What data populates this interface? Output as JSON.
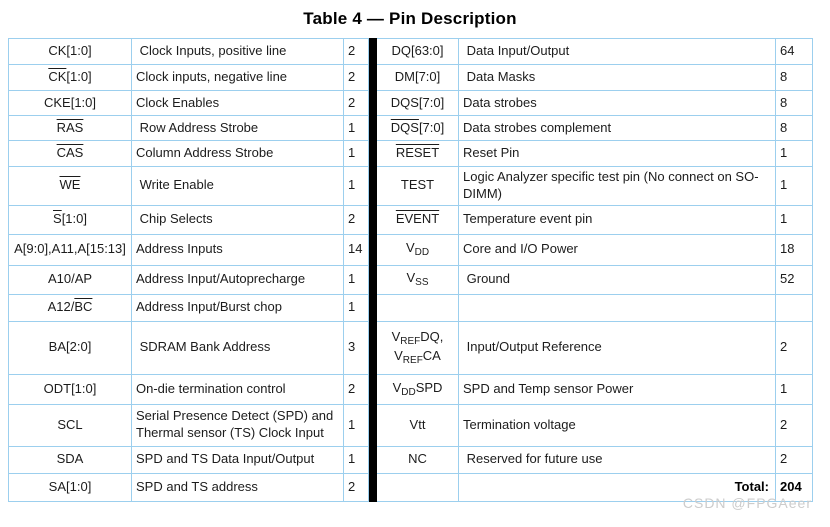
{
  "title": "Table 4 — Pin Description",
  "watermark": "CSDN @FPGAeer",
  "colors": {
    "border": "#9ccfee",
    "divider": "#000000",
    "text": "#1c1c1c",
    "watermark": "#cccccc"
  },
  "table": {
    "rows": [
      {
        "left": {
          "pin": [
            {
              "t": "CK[1:0]"
            }
          ],
          "desc": " Clock Inputs, positive line",
          "count": "2"
        },
        "right": {
          "pin": [
            {
              "t": "DQ[63:0]"
            }
          ],
          "desc": " Data Input/Output",
          "count": "64"
        }
      },
      {
        "left": {
          "pin": [
            {
              "t": "CK",
              "ovl": true
            },
            {
              "t": "[1:0]"
            }
          ],
          "desc": "Clock inputs, negative line",
          "count": "2"
        },
        "right": {
          "pin": [
            {
              "t": "DM[7:0]"
            }
          ],
          "desc": " Data Masks",
          "count": "8"
        }
      },
      {
        "left": {
          "pin": [
            {
              "t": "CKE[1:0]"
            }
          ],
          "desc": "Clock Enables",
          "count": "2"
        },
        "right": {
          "pin": [
            {
              "t": "DQS[7:0]"
            }
          ],
          "desc": "Data strobes",
          "count": "8"
        }
      },
      {
        "left": {
          "pin": [
            {
              "t": "RAS",
              "ovl": true
            }
          ],
          "desc": " Row Address Strobe",
          "count": "1"
        },
        "right": {
          "pin": [
            {
              "t": "DQS",
              "ovl": true
            },
            {
              "t": "[7:0]"
            }
          ],
          "desc": "Data strobes complement",
          "count": "8"
        }
      },
      {
        "left": {
          "pin": [
            {
              "t": "CAS",
              "ovl": true
            }
          ],
          "desc": "Column Address Strobe",
          "count": "1"
        },
        "right": {
          "pin": [
            {
              "t": "RESET",
              "ovl": true
            }
          ],
          "desc": "Reset Pin",
          "count": "1"
        }
      },
      {
        "left": {
          "pin": [
            {
              "t": "WE",
              "ovl": true
            }
          ],
          "desc": " Write Enable",
          "count": "1"
        },
        "right": {
          "pin": [
            {
              "t": "TEST"
            }
          ],
          "desc": "Logic Analyzer specific test pin (No connect on SO-DIMM)",
          "count": "1"
        }
      },
      {
        "left": {
          "pin": [
            {
              "t": "S",
              "ovl": true
            },
            {
              "t": "[1:0]"
            }
          ],
          "desc": " Chip Selects",
          "count": "2"
        },
        "right": {
          "pin": [
            {
              "t": "EVENT",
              "ovl": true
            }
          ],
          "desc": "Temperature event pin",
          "count": "1"
        }
      },
      {
        "left": {
          "pin": [
            {
              "t": "A[9:0],A11,A[15:13]"
            }
          ],
          "desc": "Address Inputs",
          "count": "14"
        },
        "right": {
          "pin": [
            {
              "t": "V"
            },
            {
              "t": "DD",
              "sub": true
            }
          ],
          "desc": "Core and I/O Power",
          "count": "18"
        }
      },
      {
        "left": {
          "pin": [
            {
              "t": "A10/AP"
            }
          ],
          "desc": "Address Input/Autoprecharge",
          "count": "1"
        },
        "right": {
          "pin": [
            {
              "t": "V"
            },
            {
              "t": "SS",
              "sub": true
            }
          ],
          "desc": " Ground",
          "count": "52"
        }
      },
      {
        "left": {
          "pin": [
            {
              "t": "A12/"
            },
            {
              "t": "BC",
              "ovl": true
            }
          ],
          "desc": "Address Input/Burst chop",
          "count": "1"
        },
        "right": {
          "pin": [],
          "desc": "",
          "count": ""
        }
      },
      {
        "left": {
          "pin": [
            {
              "t": "BA[2:0]"
            }
          ],
          "desc": " SDRAM Bank Address",
          "count": "3"
        },
        "right": {
          "pin": [
            {
              "t": "V"
            },
            {
              "t": "REF",
              "sub": true
            },
            {
              "t": "DQ,"
            },
            {
              "br": true
            },
            {
              "t": "V"
            },
            {
              "t": "REF",
              "sub": true
            },
            {
              "t": "CA"
            }
          ],
          "desc": " Input/Output Reference",
          "count": "2"
        }
      },
      {
        "left": {
          "pin": [
            {
              "t": "ODT[1:0]"
            }
          ],
          "desc": "On-die termination control",
          "count": "2"
        },
        "right": {
          "pin": [
            {
              "t": "V"
            },
            {
              "t": "DD",
              "sub": true
            },
            {
              "t": "SPD"
            }
          ],
          "desc": "SPD and Temp sensor Power",
          "count": "1"
        }
      },
      {
        "left": {
          "pin": [
            {
              "t": "SCL"
            }
          ],
          "desc": "Serial Presence Detect (SPD) and Thermal sensor (TS) Clock Input",
          "count": "1"
        },
        "right": {
          "pin": [
            {
              "t": "Vtt"
            }
          ],
          "desc": "Termination voltage",
          "count": "2"
        }
      },
      {
        "left": {
          "pin": [
            {
              "t": "SDA"
            }
          ],
          "desc": "SPD and TS Data Input/Output",
          "count": "1"
        },
        "right": {
          "pin": [
            {
              "t": "NC"
            }
          ],
          "desc": " Reserved for future use",
          "count": "2"
        }
      },
      {
        "left": {
          "pin": [
            {
              "t": "SA[1:0]"
            }
          ],
          "desc": "SPD and TS address",
          "count": "2"
        },
        "right": {
          "pin": [],
          "desc": "Total:",
          "count": "204",
          "bold": true
        }
      }
    ]
  }
}
